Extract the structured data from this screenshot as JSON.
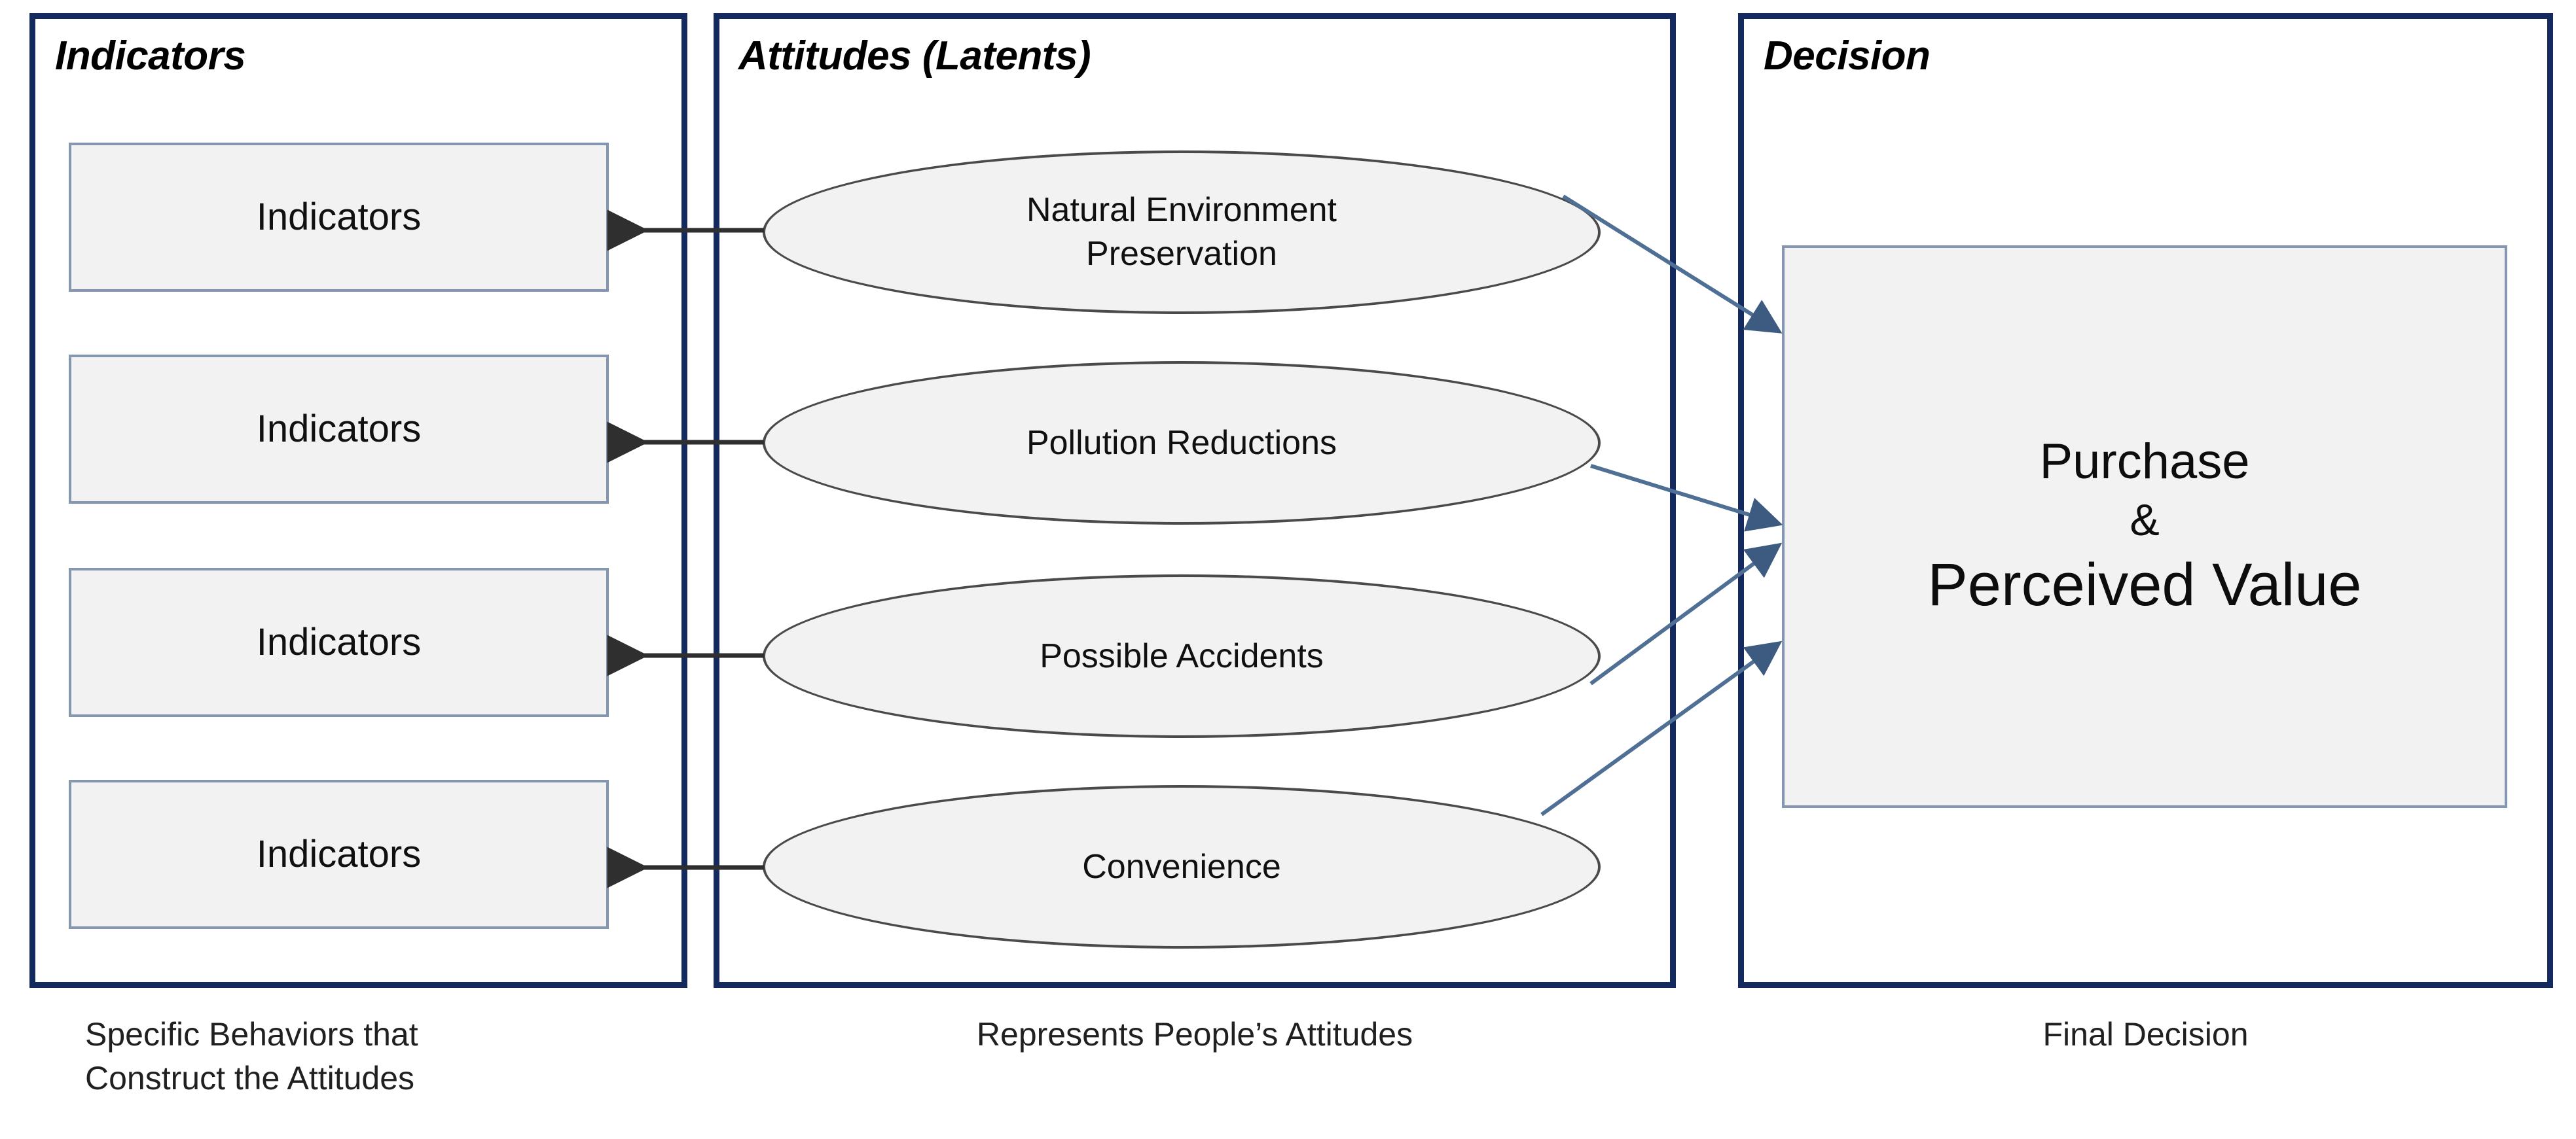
{
  "diagram": {
    "title_panels": [
      {
        "id": "indicators",
        "title": "Indicators",
        "caption": "Specific Behaviors that\nConstruct the Attitudes"
      },
      {
        "id": "attitudes",
        "title": "Attitudes (Latents)",
        "caption": "Represents People’s Attitudes"
      },
      {
        "id": "decision",
        "title": "Decision",
        "caption": "Final Decision"
      }
    ],
    "indicators": [
      {
        "label": "Indicators"
      },
      {
        "label": "Indicators"
      },
      {
        "label": "Indicators"
      },
      {
        "label": "Indicators"
      }
    ],
    "latents": [
      {
        "label": "Natural Environment\nPreservation"
      },
      {
        "label": "Pollution Reductions"
      },
      {
        "label": "Possible Accidents"
      },
      {
        "label": "Convenience"
      }
    ],
    "decision": {
      "line_1": "Purchase",
      "line_2": "&",
      "line_3": "Perceived Value"
    },
    "captions": {
      "indicators": "Specific Behaviors that\nConstruct the Attitudes",
      "attitudes": "Represents People’s Attitudes",
      "decision": "Final Decision"
    },
    "colors": {
      "panel_border": "#14295e",
      "shape_border": "#8496b0",
      "ellipse_border": "#4a4a4a",
      "shape_fill": "#f2f2f2",
      "arrow_to_indicator": "#3a3a3a",
      "arrow_to_decision": "#4f6f94",
      "text": "#101010",
      "background": "#ffffff"
    },
    "connections": {
      "latent_to_indicator": [
        {
          "from": "Natural Environment Preservation",
          "to": "Indicators 1",
          "direction": "left"
        },
        {
          "from": "Pollution Reductions",
          "to": "Indicators 2",
          "direction": "left"
        },
        {
          "from": "Possible Accidents",
          "to": "Indicators 3",
          "direction": "left"
        },
        {
          "from": "Convenience",
          "to": "Indicators 4",
          "direction": "left"
        }
      ],
      "latent_to_decision": [
        {
          "from": "Natural Environment Preservation",
          "to": "Purchase & Perceived Value",
          "direction": "right"
        },
        {
          "from": "Pollution Reductions",
          "to": "Purchase & Perceived Value",
          "direction": "right"
        },
        {
          "from": "Possible Accidents",
          "to": "Purchase & Perceived Value",
          "direction": "right"
        },
        {
          "from": "Convenience",
          "to": "Purchase & Perceived Value",
          "direction": "right"
        }
      ]
    }
  }
}
